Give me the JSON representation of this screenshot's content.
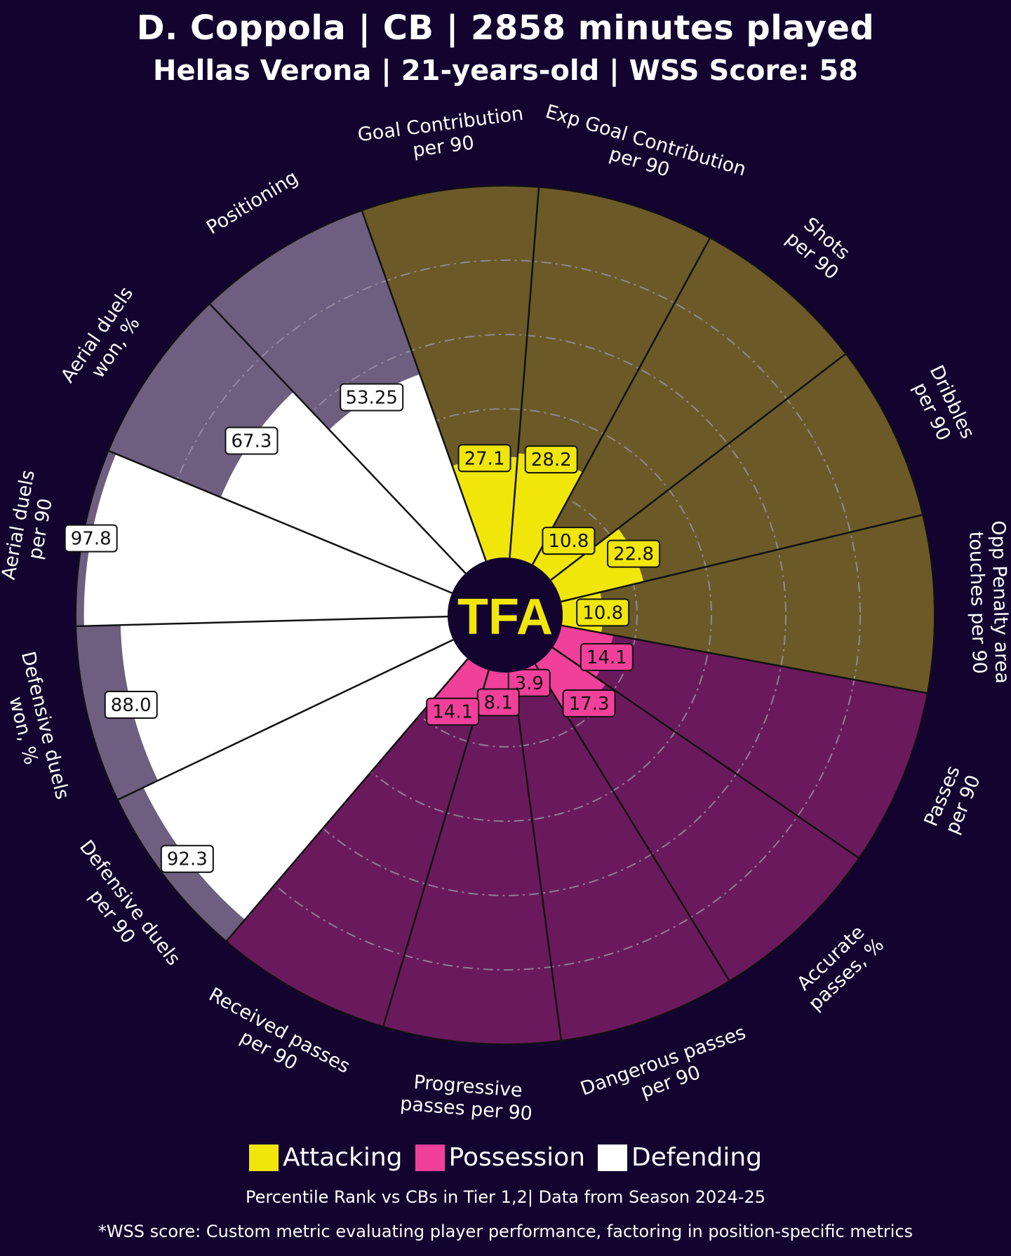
{
  "header": {
    "title": "D. Coppola | CB | 2858 minutes played",
    "subtitle": "Hellas Verona | 21-years-old | WSS Score: 58"
  },
  "logo_text": "TFA",
  "legend": [
    {
      "label": "Attacking",
      "color": "#f0e60a"
    },
    {
      "label": "Possession",
      "color": "#f0409a"
    },
    {
      "label": "Defending",
      "color": "#ffffff"
    }
  ],
  "footer": {
    "note1": "Percentile Rank vs CBs in Tier 1,2| Data from Season 2024-25",
    "note2": "*WSS score: Custom metric evaluating player performance, factoring in position-specific metrics"
  },
  "colors": {
    "background": "#13042f",
    "attacking_bg": "#6b5a28",
    "possession_bg": "#6a1a5c",
    "defending_bg": "#6e5e80",
    "attacking": "#f0e60a",
    "possession": "#f0409a",
    "defending": "#ffffff"
  },
  "chart_data": {
    "type": "radial-bar",
    "range": [
      0,
      100
    ],
    "categories": [
      {
        "label": "Goal Contribution\nper 90",
        "value": 27.1,
        "group": "Attacking"
      },
      {
        "label": "Exp Goal Contribution\nper 90",
        "value": 28.2,
        "group": "Attacking"
      },
      {
        "label": "Shots\nper 90",
        "value": 10.8,
        "group": "Attacking"
      },
      {
        "label": "Dribbles\nper 90",
        "value": 22.8,
        "group": "Attacking"
      },
      {
        "label": "Opp Penalty area\ntouches per 90",
        "value": 10.8,
        "group": "Attacking"
      },
      {
        "label": "Passes\nper 90",
        "value": 14.1,
        "group": "Possession"
      },
      {
        "label": "Accurate\npasses, %",
        "value": 17.3,
        "group": "Possession"
      },
      {
        "label": "Dangerous passes\nper 90",
        "value": 3.9,
        "group": "Possession"
      },
      {
        "label": "Progressive\npasses per 90",
        "value": 8.1,
        "group": "Possession"
      },
      {
        "label": "Received passes\nper 90",
        "value": 14.1,
        "group": "Possession"
      },
      {
        "label": "Defensive duels\nper 90",
        "value": 92.3,
        "group": "Defending"
      },
      {
        "label": "Defensive duels\nwon, %",
        "value": 88.0,
        "group": "Defending"
      },
      {
        "label": "Aerial duels\nper 90",
        "value": 97.8,
        "group": "Defending"
      },
      {
        "label": "Aerial duels\nwon, %",
        "value": 67.3,
        "group": "Defending"
      },
      {
        "label": "Positioning",
        "value": 53.25,
        "group": "Defending"
      }
    ]
  }
}
